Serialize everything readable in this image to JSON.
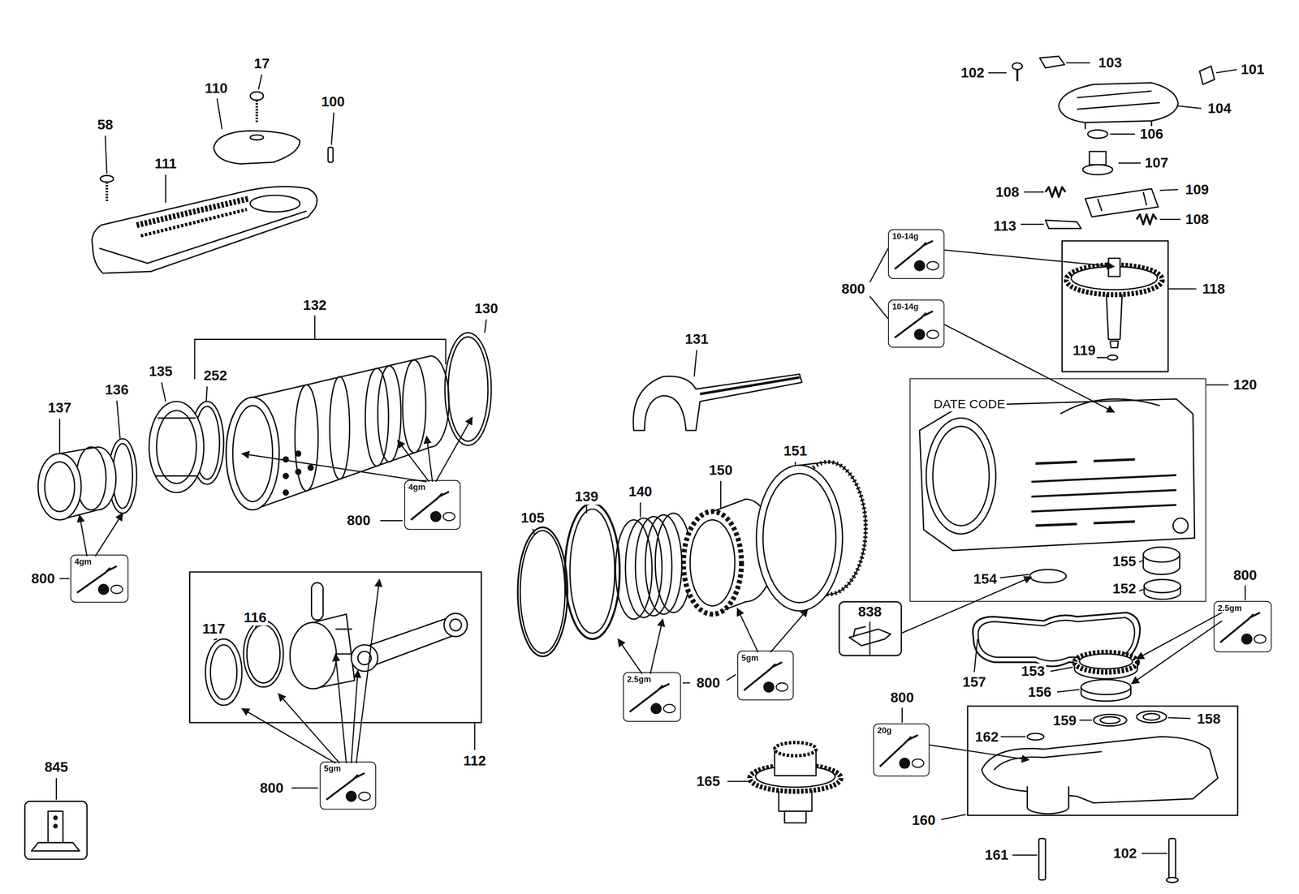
{
  "diagram": {
    "nodes": [
      {
        "text": [
          "10-14g"
        ]
      },
      {
        "text": [
          "10-14g"
        ]
      },
      {
        "text": [
          "119"
        ]
      },
      {
        "text": [
          "DATE CODE",
          "154",
          "155",
          "152"
        ]
      },
      {
        "text": [
          "4gm"
        ]
      },
      {
        "text": [
          "4gm"
        ]
      },
      {
        "text": [
          "2.5gm"
        ]
      },
      {
        "text": [
          "5gm"
        ]
      },
      {
        "text": [
          "2.5gm"
        ]
      },
      {
        "text": [
          "159",
          "158",
          "162"
        ]
      },
      {
        "text": [
          "20g"
        ]
      },
      {
        "text": [
          "5gm"
        ]
      }
    ],
    "labels": [
      "17",
      "110",
      "100",
      "58",
      "111",
      "132",
      "130",
      "135",
      "252",
      "136",
      "137",
      "800",
      "800",
      "117",
      "116",
      "112",
      "800",
      "845",
      "131",
      "105",
      "139",
      "140",
      "150",
      "151",
      "800",
      "165",
      "102",
      "103",
      "101",
      "104",
      "106",
      "107",
      "108",
      "109",
      "108",
      "113",
      "800",
      "118",
      "120",
      "838",
      "157",
      "800",
      "153",
      "156",
      "800",
      "160",
      "161",
      "102"
    ]
  }
}
